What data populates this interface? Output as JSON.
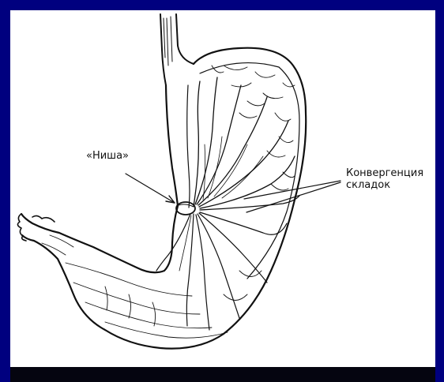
{
  "labels": {
    "niche": "«Ниша»",
    "convergence_line1": "Конвергенция",
    "convergence_line2": "складок"
  },
  "colors": {
    "background_frame": "#000080",
    "panel": "#ffffff",
    "bottom_bar": "#050510",
    "ink": "#111111"
  }
}
